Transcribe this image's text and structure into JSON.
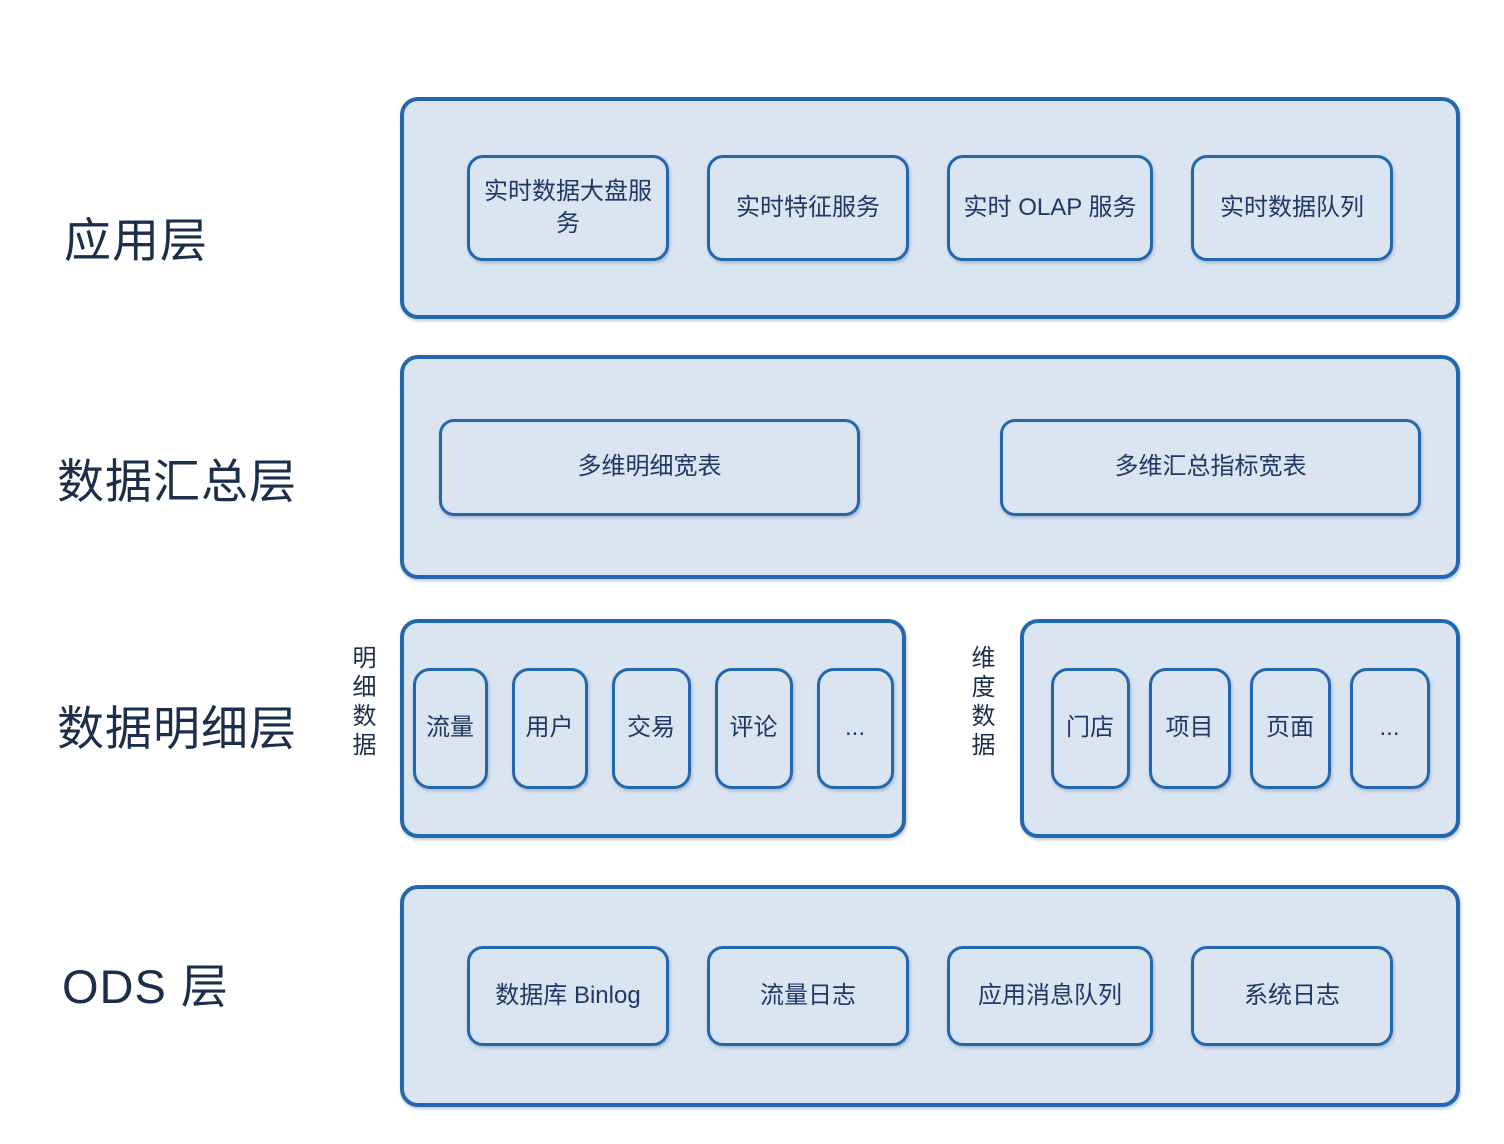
{
  "colors": {
    "container_fill": "#dbe4f1",
    "border_blue": "#2268ae",
    "node_text": "#1f3864",
    "label_text": "#1c2f4a"
  },
  "layers": {
    "app": {
      "label": "应用层",
      "boxes": [
        "实时数据大盘服务",
        "实时特征服务",
        "实时 OLAP 服务",
        "实时数据队列"
      ]
    },
    "summary": {
      "label": "数据汇总层",
      "boxes": [
        "多维明细宽表",
        "多维汇总指标宽表"
      ]
    },
    "detail": {
      "label": "数据明细层",
      "groups": [
        {
          "side_label": "明细数据",
          "boxes": [
            "流量",
            "用户",
            "交易",
            "评论",
            "..."
          ]
        },
        {
          "side_label": "维度数据",
          "boxes": [
            "门店",
            "项目",
            "页面",
            "..."
          ]
        }
      ]
    },
    "ods": {
      "label": "ODS 层",
      "boxes": [
        "数据库 Binlog",
        "流量日志",
        "应用消息队列",
        "系统日志"
      ]
    }
  }
}
